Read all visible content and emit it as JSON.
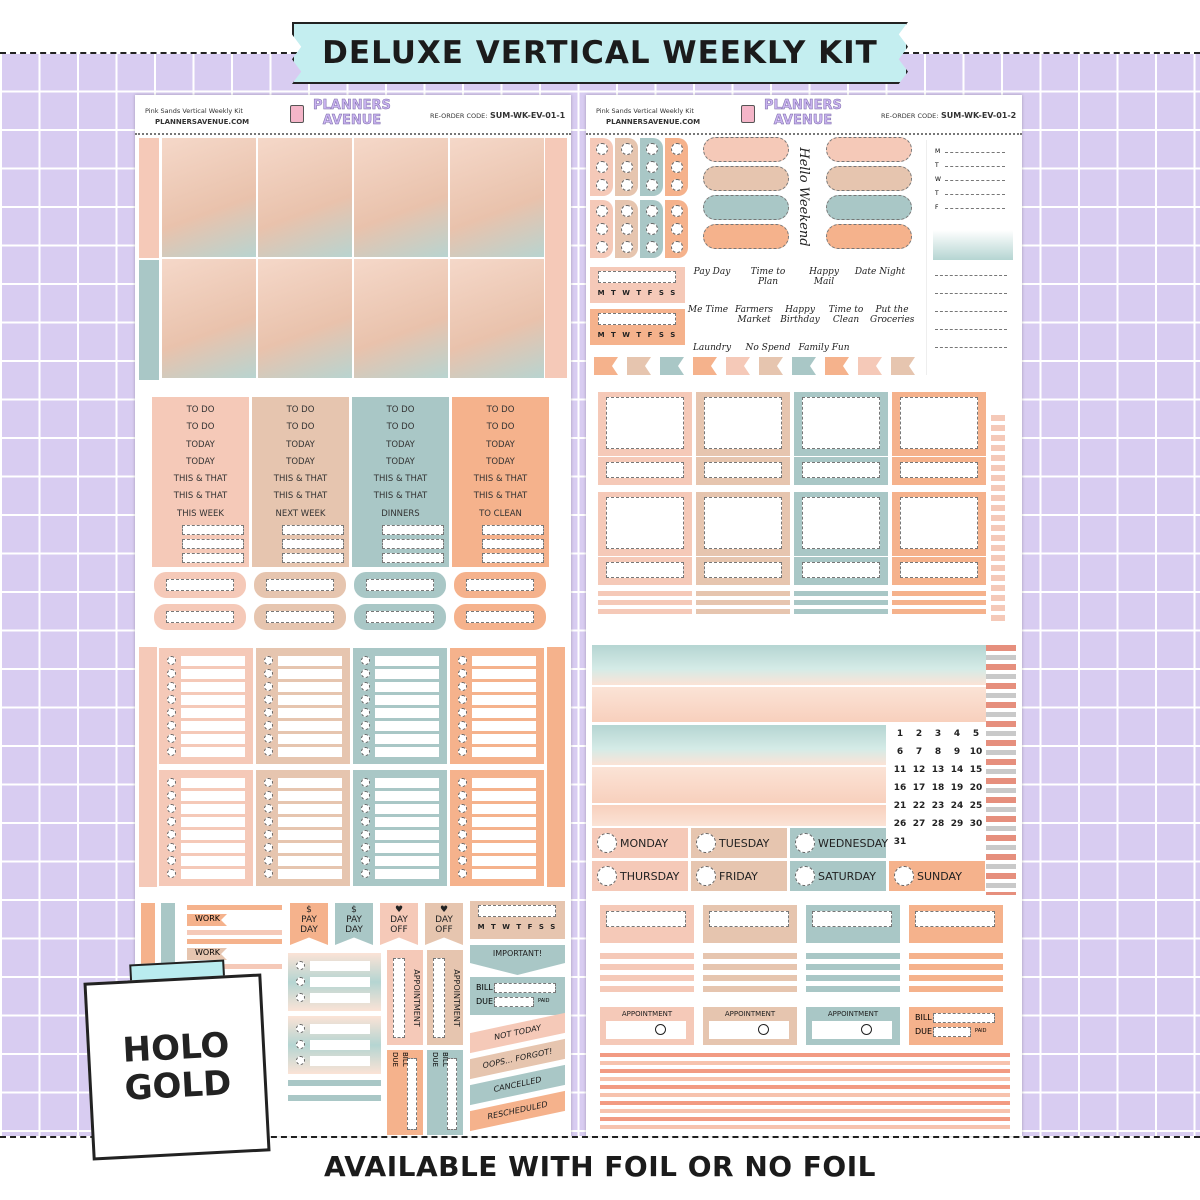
{
  "banner": {
    "title": "DELUXE VERTICAL WEEKLY KIT"
  },
  "footer": {
    "text": "AVAILABLE WITH FOIL OR  NO FOIL"
  },
  "badge": {
    "line1": "HOLO",
    "line2": "GOLD"
  },
  "colors": {
    "pink": "#f5c9b8",
    "tan": "#e6c5af",
    "teal": "#a9c7c6",
    "orange": "#f5b28c",
    "lavender": "#d8ccf1",
    "banner": "#c4eef0"
  },
  "sheets": [
    {
      "kit_name": "Pink Sands Vertical Weekly Kit",
      "website": "PLANNERSAVENUE.COM",
      "brand": [
        "PLANNERS",
        "AVENUE"
      ],
      "reorder_label": "RE-ORDER CODE:",
      "reorder_code": "SUM-WK-EV-01-1"
    },
    {
      "kit_name": "Pink Sands Vertical Weekly Kit",
      "website": "PLANNERSAVENUE.COM",
      "brand": [
        "PLANNERS",
        "AVENUE"
      ],
      "reorder_label": "RE-ORDER CODE:",
      "reorder_code": "SUM-WK-EV-01-2"
    }
  ],
  "todo_columns": [
    [
      "TO DO",
      "TO DO",
      "TODAY",
      "TODAY",
      "THIS & THAT",
      "THIS & THAT",
      "THIS WEEK"
    ],
    [
      "TO DO",
      "TO DO",
      "TODAY",
      "TODAY",
      "THIS & THAT",
      "THIS & THAT",
      "NEXT WEEK"
    ],
    [
      "TO DO",
      "TO DO",
      "TODAY",
      "TODAY",
      "THIS & THAT",
      "THIS & THAT",
      "DINNERS"
    ],
    [
      "TO DO",
      "TO DO",
      "TODAY",
      "TODAY",
      "THIS & THAT",
      "THIS & THAT",
      "TO CLEAN"
    ]
  ],
  "week_letters": "M T W T F S S",
  "side_letters": [
    "M",
    "T",
    "W",
    "T",
    "F"
  ],
  "script_stickers": {
    "hello": "Hello Weekend",
    "items": [
      "Pay Day",
      "Time to Plan",
      "Happy Mail",
      "Date Night",
      "Me Time",
      "Farmers Market",
      "Happy Birthday",
      "Time to Clean",
      "Put the Groceries",
      "Laundry",
      "No Spend",
      "Family Fun"
    ]
  },
  "bottom_left": {
    "work": "WORK",
    "pay_day": [
      "$",
      "PAY",
      "DAY"
    ],
    "day_off": [
      "♥",
      "DAY",
      "OFF"
    ],
    "important": "IMPORTANT!",
    "appointment": "APPOINTMENT",
    "bill": "BILL",
    "due": "DUE",
    "dollar": "$",
    "paid": "PAID",
    "status": [
      "NOT TODAY",
      "OOPS... FORGOT!",
      "CANCELLED",
      "RESCHEDULED"
    ]
  },
  "days": [
    "MONDAY",
    "TUESDAY",
    "WEDNESDAY",
    "THURSDAY",
    "FRIDAY",
    "SATURDAY",
    "SUNDAY"
  ],
  "calendar": [
    "1",
    "2",
    "3",
    "4",
    "5",
    "6",
    "7",
    "8",
    "9",
    "10",
    "11",
    "12",
    "13",
    "14",
    "15",
    "16",
    "17",
    "18",
    "19",
    "20",
    "21",
    "22",
    "23",
    "24",
    "25",
    "26",
    "27",
    "28",
    "29",
    "30",
    "31"
  ],
  "bottom_right": {
    "appointment": "APPOINTMENT",
    "bill": "BILL",
    "due": "DUE",
    "dollar": "$",
    "paid": "PAID"
  }
}
